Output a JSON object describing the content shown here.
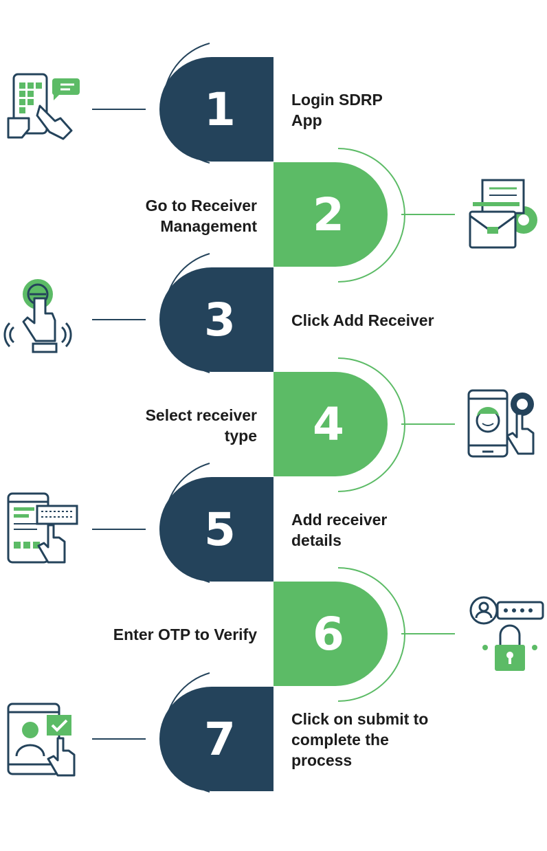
{
  "colors": {
    "navy": "#24435b",
    "green": "#5cbb66",
    "icon_stroke": "#24435b",
    "icon_fill": "#5cbb66"
  },
  "steps": [
    {
      "number": "1",
      "text": "Login SDRP\nApp",
      "side": "right",
      "color": "navy",
      "icon": "phone-touch-icon"
    },
    {
      "number": "2",
      "text": "Go to Receiver\nManagement",
      "side": "left",
      "color": "green",
      "icon": "briefcase-gear-icon"
    },
    {
      "number": "3",
      "text": "Click Add Receiver",
      "side": "right",
      "color": "navy",
      "icon": "hand-tap-button-icon"
    },
    {
      "number": "4",
      "text": "Select receiver\ntype",
      "side": "left",
      "color": "green",
      "icon": "phone-user-select-icon"
    },
    {
      "number": "5",
      "text": "Add receiver\ndetails",
      "side": "right",
      "color": "navy",
      "icon": "keyboard-form-icon"
    },
    {
      "number": "6",
      "text": "Enter OTP to Verify",
      "side": "left",
      "color": "green",
      "icon": "user-password-lock-icon"
    },
    {
      "number": "7",
      "text": "Click on submit to\ncomplete the\nprocess",
      "side": "right",
      "color": "navy",
      "icon": "phone-profile-check-icon"
    }
  ]
}
